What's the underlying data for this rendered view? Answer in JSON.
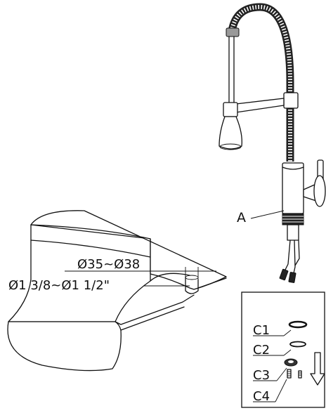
{
  "labels": {
    "faucet": "A",
    "dim_metric": "Ø35~Ø38",
    "dim_imperial": "Ø1 3/8~Ø1 1/2\"",
    "parts": [
      "C1",
      "C2",
      "C3",
      "C4"
    ]
  },
  "icons": {
    "direction": "arrow-down-icon"
  }
}
